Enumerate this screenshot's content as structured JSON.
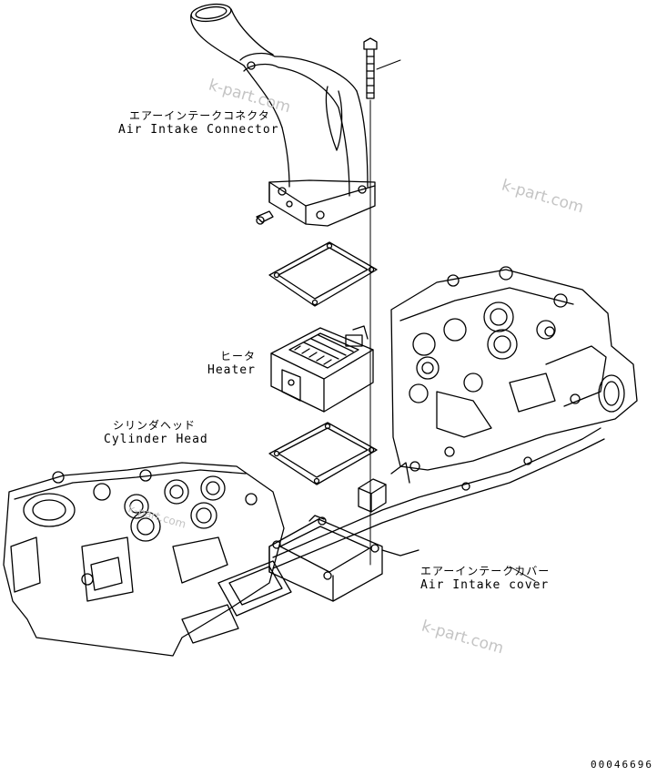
{
  "labels": {
    "connector_jp": "エアーインテークコネクタ",
    "connector_en": "Air Intake Connector",
    "heater_jp": "ヒータ",
    "heater_en": "Heater",
    "head_jp": "シリンダヘッド",
    "head_en": "Cylinder Head",
    "cover_jp": "エアーインテークカバー",
    "cover_en": "Air Intake cover"
  },
  "watermarks": [
    "k-part.com",
    "k-part.com",
    "k-part.com",
    "k-part.com"
  ],
  "drawing_code": "00046696"
}
